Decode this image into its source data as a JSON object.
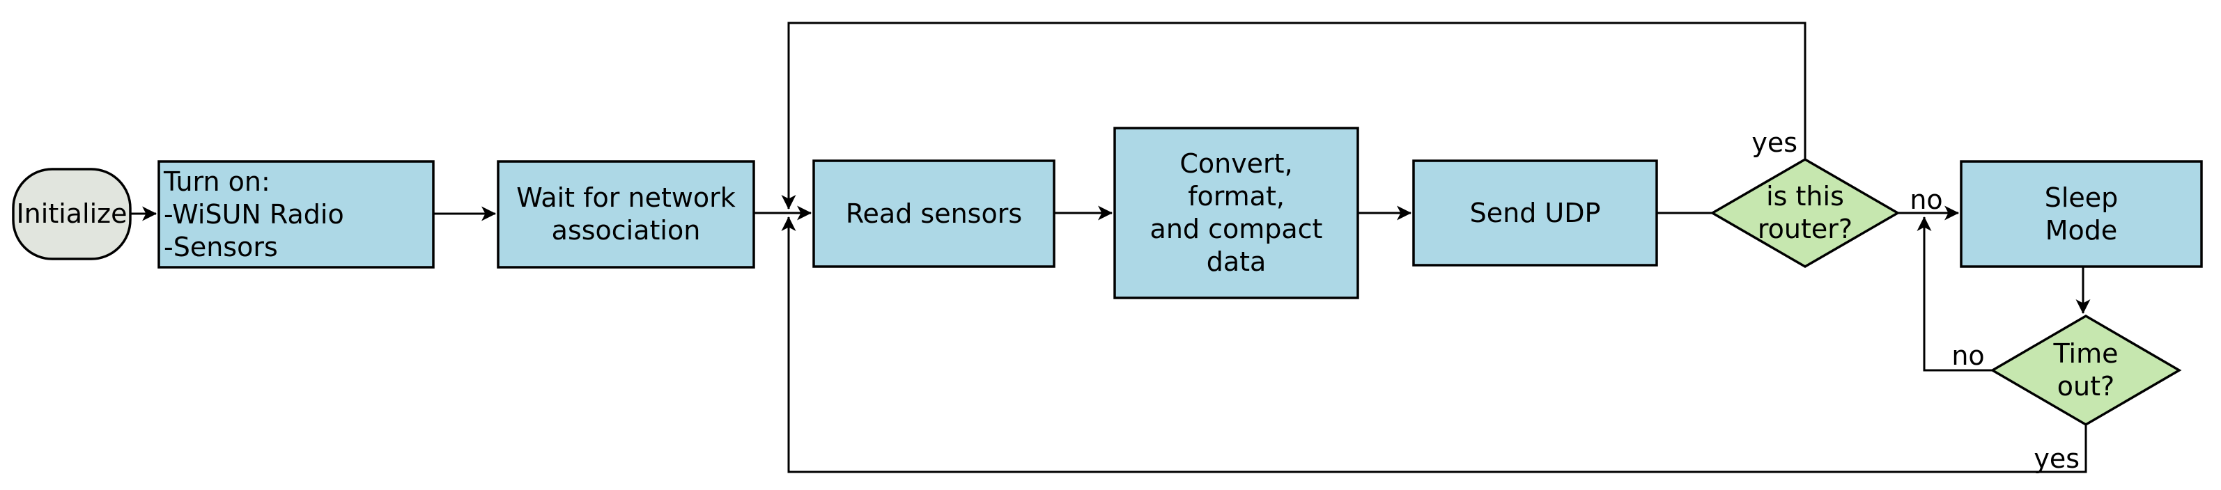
{
  "diagram": {
    "type": "flowchart",
    "background": "#ffffff",
    "colors": {
      "process_fill": "#add8e6",
      "decision_fill": "#c6e7af",
      "terminator_fill": "#e1e5de",
      "line": "#000000",
      "text": "#000000"
    },
    "nodes": {
      "initialize": {
        "shape": "terminator",
        "label": "Initialize"
      },
      "turn_on": {
        "shape": "process",
        "label": "Turn on:\n-WiSUN Radio\n-Sensors"
      },
      "wait_assoc": {
        "shape": "process",
        "label": "Wait for network\nassociation"
      },
      "read_sensors": {
        "shape": "process",
        "label": "Read sensors"
      },
      "convert": {
        "shape": "process",
        "label": "Convert,\nformat,\nand compact\ndata"
      },
      "send_udp": {
        "shape": "process",
        "label": "Send UDP"
      },
      "is_router": {
        "shape": "decision",
        "label": "is this\nrouter?"
      },
      "sleep_mode": {
        "shape": "process",
        "label": "Sleep\nMode"
      },
      "time_out": {
        "shape": "decision",
        "label": "Time\nout?"
      }
    },
    "edge_labels": {
      "is_router_yes": "yes",
      "is_router_no": "no",
      "time_out_no": "no",
      "time_out_yes": "yes"
    },
    "edges": [
      {
        "from": "initialize",
        "to": "turn_on",
        "label": ""
      },
      {
        "from": "turn_on",
        "to": "wait_assoc",
        "label": ""
      },
      {
        "from": "wait_assoc",
        "to": "read_sensors",
        "label": ""
      },
      {
        "from": "read_sensors",
        "to": "convert",
        "label": ""
      },
      {
        "from": "convert",
        "to": "send_udp",
        "label": ""
      },
      {
        "from": "send_udp",
        "to": "is_router",
        "label": ""
      },
      {
        "from": "is_router",
        "to": "read_sensors",
        "label": "yes"
      },
      {
        "from": "is_router",
        "to": "sleep_mode",
        "label": "no"
      },
      {
        "from": "sleep_mode",
        "to": "time_out",
        "label": ""
      },
      {
        "from": "time_out",
        "to": "sleep_mode",
        "label": "no"
      },
      {
        "from": "time_out",
        "to": "read_sensors",
        "label": "yes"
      }
    ]
  }
}
